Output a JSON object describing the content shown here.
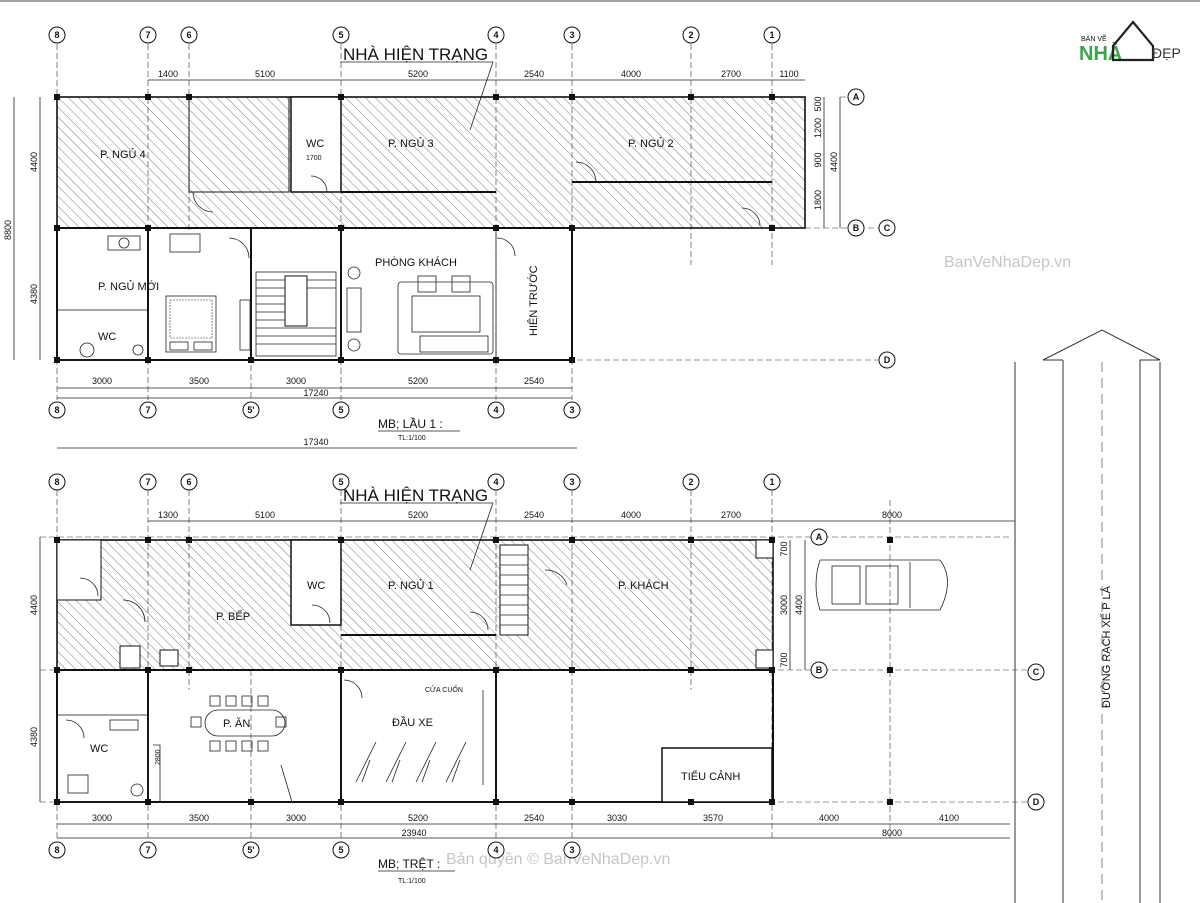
{
  "logo": {
    "top": "BẢN VẼ",
    "main": "NHÀ",
    "side": "ĐẸP"
  },
  "watermarks": {
    "site": "BanVeNhaDep.vn",
    "copyright": "Bản quyền © BanVeNhaDep.vn"
  },
  "upper_plan": {
    "heading": "NHÀ HIỆN TRẠNG",
    "title": "MB; LẦU 1 :",
    "scale": "TL:1/100",
    "grid_top": [
      "8",
      "7",
      "6",
      "5",
      "4",
      "3",
      "2",
      "1"
    ],
    "grid_bottom": [
      "8",
      "7",
      "5'",
      "5",
      "4",
      "3"
    ],
    "grid_right": [
      "A",
      "B",
      "C",
      "D"
    ],
    "top_dims": [
      "1400",
      "5100",
      "5200",
      "2540",
      "4000",
      "2700",
      "1100"
    ],
    "bottom_dims": [
      "3000",
      "3500",
      "3000",
      "5200",
      "2540"
    ],
    "total_inner": "17240",
    "total_outer": "17340",
    "left_dims": [
      "8800",
      "4400",
      "4380"
    ],
    "right_dims": [
      "500",
      "1200",
      "900",
      "1800",
      "4400"
    ],
    "wc_dim": "1700",
    "rooms": {
      "bed4": "P. NGỦ 4",
      "wc_top": "WC",
      "bed3": "P. NGỦ 3",
      "bed2": "P. NGỦ 2",
      "new_bed": "P. NGỦ MỚI",
      "wc_left": "WC",
      "living": "PHÒNG KHÁCH",
      "front": "HIÊN TRƯỚC"
    }
  },
  "lower_plan": {
    "heading": "NHÀ HIỆN TRẠNG",
    "title": "MB; TRỆT :",
    "scale": "TL:1/100",
    "grid_top": [
      "8",
      "7",
      "6",
      "5",
      "4",
      "3",
      "2",
      "1"
    ],
    "grid_bottom": [
      "8",
      "7",
      "5'",
      "5",
      "4",
      "3"
    ],
    "grid_right": [
      "A",
      "B",
      "C",
      "D"
    ],
    "top_dims": [
      "1300",
      "5100",
      "5200",
      "2540",
      "4000",
      "2700",
      "8000"
    ],
    "bottom_dims": [
      "3000",
      "3500",
      "3000",
      "5200",
      "2540",
      "3030",
      "3570",
      "4000",
      "4100"
    ],
    "total_inner": "23940",
    "total_street": "8000",
    "left_dims": [
      "4400",
      "4380"
    ],
    "right_dims": [
      "700",
      "3000",
      "4400",
      "700"
    ],
    "dining_dim": "2800",
    "rooms": {
      "bed1": "P. NGỦ 1",
      "wc_top": "WC",
      "kitchen": "P. BẾP",
      "living": "P. KHÁCH",
      "dining": "P. ĂN",
      "parking": "ĐẦU XE",
      "shutter": "CỬA CUỐN",
      "wc_left": "WC",
      "garden": "TIỂU CẢNH"
    }
  },
  "street": {
    "name": "ĐƯỜNG RẠCH XẾ P LÁ"
  }
}
